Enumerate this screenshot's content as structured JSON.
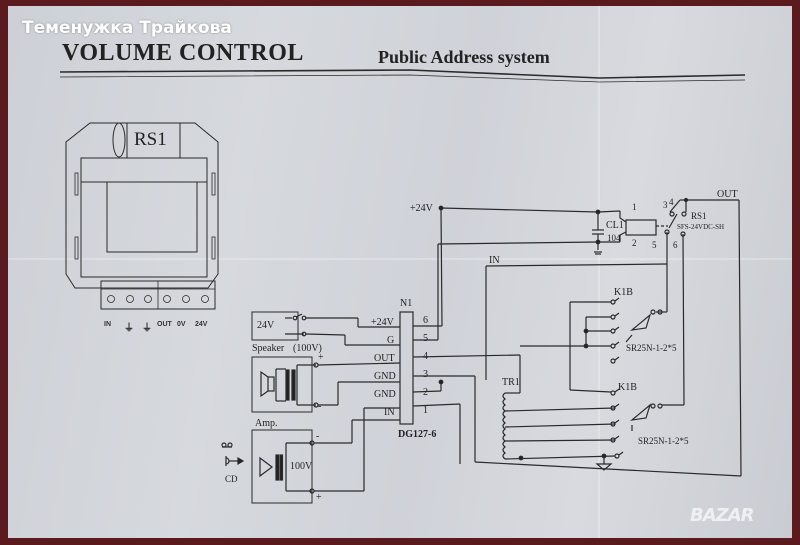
{
  "overlay": {
    "seller_name": "Теменужка Трайкова",
    "watermark": "BAZAR"
  },
  "header": {
    "title": "VOLUME CONTROL",
    "subtitle": "Public Address system"
  },
  "device": {
    "label": "RS1",
    "terminals": [
      "IN",
      "⏚",
      "⏚",
      "OUT",
      "0V",
      "24V"
    ]
  },
  "schematic": {
    "supply_label": "+24V",
    "capacitor": {
      "name": "CL1",
      "value": "104"
    },
    "relay": {
      "name": "RS1",
      "part": "SFS-24VDC-SH",
      "pins": [
        "1",
        "2",
        "3",
        "4",
        "5",
        "6"
      ]
    },
    "out_label": "OUT",
    "in_label": "IN",
    "connector": {
      "name": "N1",
      "part": "DG127-6",
      "pins": [
        {
          "signal": "+24V",
          "number": "6"
        },
        {
          "signal": "G",
          "number": "5"
        },
        {
          "signal": "OUT",
          "number": "4"
        },
        {
          "signal": "GND",
          "number": "3"
        },
        {
          "signal": "GND",
          "number": "2"
        },
        {
          "signal": "IN",
          "number": "1"
        }
      ]
    },
    "power_source": {
      "voltage": "24V"
    },
    "speaker": {
      "label": "Speaker",
      "rating": "(100V)",
      "plus": "+",
      "minus": "-"
    },
    "amp": {
      "label": "Amp.",
      "output": "100V",
      "source": "CD",
      "plus": "+",
      "minus": "-"
    },
    "transformer": {
      "name": "TR1"
    },
    "switches": [
      {
        "name": "K1B",
        "part": "SR25N-1-2*5"
      },
      {
        "name": "K1B",
        "part": "SR25N-1-2*5"
      }
    ]
  },
  "colors": {
    "paper": "#d3d6db",
    "ink": "#222222",
    "background": "#5a1a1e"
  }
}
